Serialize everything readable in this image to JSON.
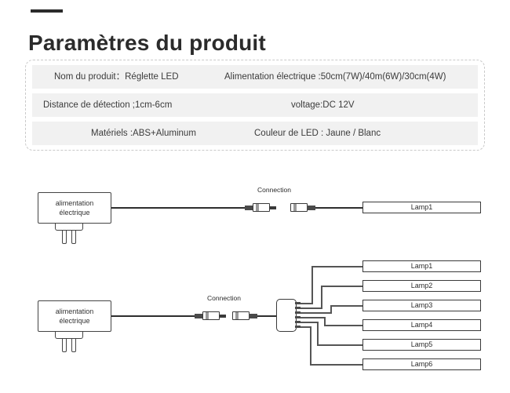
{
  "page": {
    "title": "Paramètres du produit"
  },
  "spec_table": {
    "rows": [
      {
        "left": "Nom du produit：Réglette LED",
        "right": "Alimentation électrique :50cm(7W)/40m(6W)/30cm(4W)"
      },
      {
        "left": "Distance de détection ;1cm-6cm",
        "right": "voltage:DC 12V"
      },
      {
        "left": "Matériels :ABS+Aluminum",
        "right": "Couleur de LED : Jaune / Blanc"
      }
    ]
  },
  "diagram_single": {
    "psu_line1": "alimentation",
    "psu_line2": "électrique",
    "connection_label": "Connection",
    "lamps": [
      "Lamp1"
    ]
  },
  "diagram_multi": {
    "psu_line1": "alimentation",
    "psu_line2": "électrique",
    "connection_label": "Connection",
    "lamps": [
      "Lamp1",
      "Lamp2",
      "Lamp3",
      "Lamp4",
      "Lamp5",
      "Lamp6"
    ]
  },
  "colors": {
    "background": "#ffffff",
    "title": "#2b2b2b",
    "row_background": "#f1f1f1",
    "dashed_border": "#c9c9c9",
    "wire": "#2e2e2e",
    "outline": "#3a3a3a"
  }
}
